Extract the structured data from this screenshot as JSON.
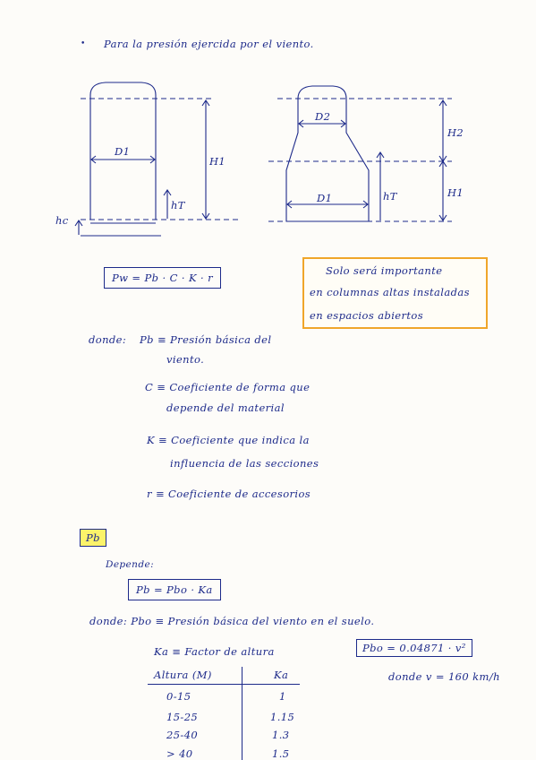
{
  "heading": "Para la presión ejercida por el viento.",
  "diagram": {
    "left": {
      "d": "D1",
      "h": "H1",
      "ht": "hT",
      "hc": "hc"
    },
    "right": {
      "d_top": "D2",
      "d_bottom": "D1",
      "h_top": "H2",
      "h_bottom": "H1",
      "ht": "hT"
    }
  },
  "formula_main": "Pw = Pb · C · K · r",
  "note": [
    "Solo será importante",
    "en columnas altas instaladas",
    "en espacios abiertos"
  ],
  "definitions": {
    "intro": "donde:",
    "pb": [
      "Pb ≡ Presión básica del",
      "viento."
    ],
    "c": [
      "C ≡ Coeficiente de forma que",
      "depende del material"
    ],
    "k": [
      "K ≡ Coeficiente que indica la",
      "influencia de las secciones"
    ],
    "r": "r ≡ Coeficiente de accesorios"
  },
  "section_pb": {
    "tag": "Pb",
    "depends": "Depende:",
    "formula": "Pb = Pbo · Ka",
    "where": "donde: Pbo ≡ Presión básica del viento en el suelo.",
    "ka_def": "Ka ≡ Factor de altura",
    "pbo_formula": "Pbo = 0.04871 · v²",
    "v_note": "donde v = 160 km/h"
  },
  "table": {
    "headers": [
      "Altura (M)",
      "Ka"
    ],
    "rows": [
      [
        "0-15",
        "1"
      ],
      [
        "15-25",
        "1.15"
      ],
      [
        "25-40",
        "1.3"
      ],
      [
        "> 40",
        "1.5"
      ]
    ]
  }
}
